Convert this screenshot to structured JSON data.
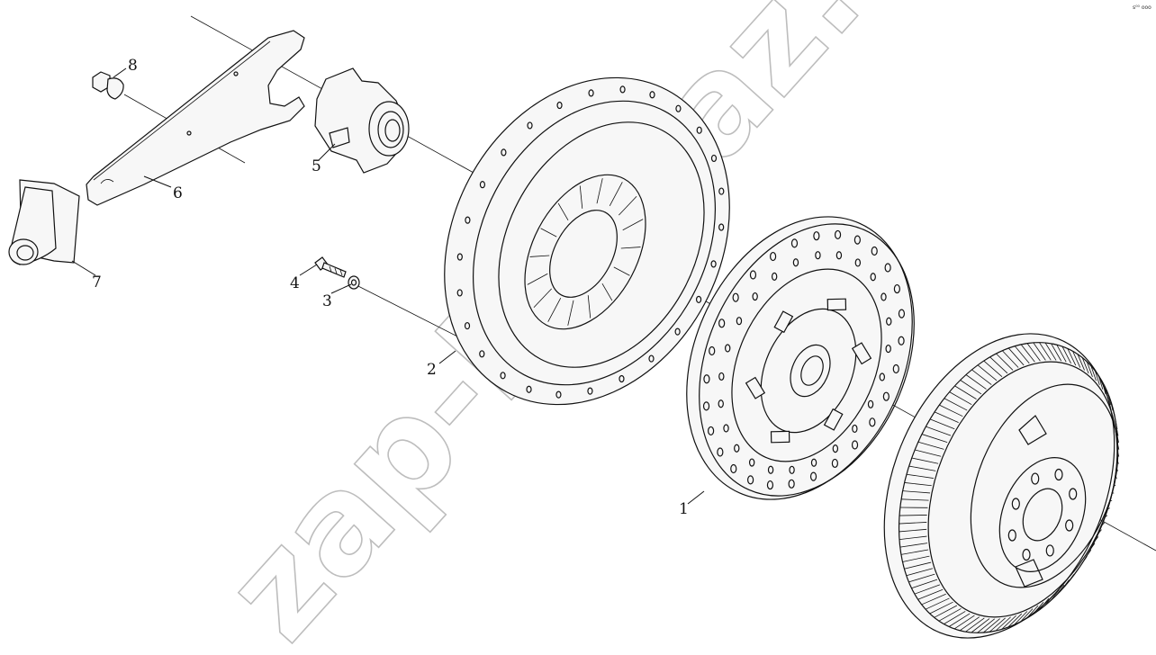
{
  "watermark": "zap-kamaz.ru",
  "corner_mark": "s⁰⁰ ooo",
  "callouts": [
    "1",
    "2",
    "3",
    "4",
    "5",
    "6",
    "7",
    "8"
  ],
  "flywheel_teeth": 110,
  "disc_holes_outer": 28,
  "disc_holes_inner": 24
}
